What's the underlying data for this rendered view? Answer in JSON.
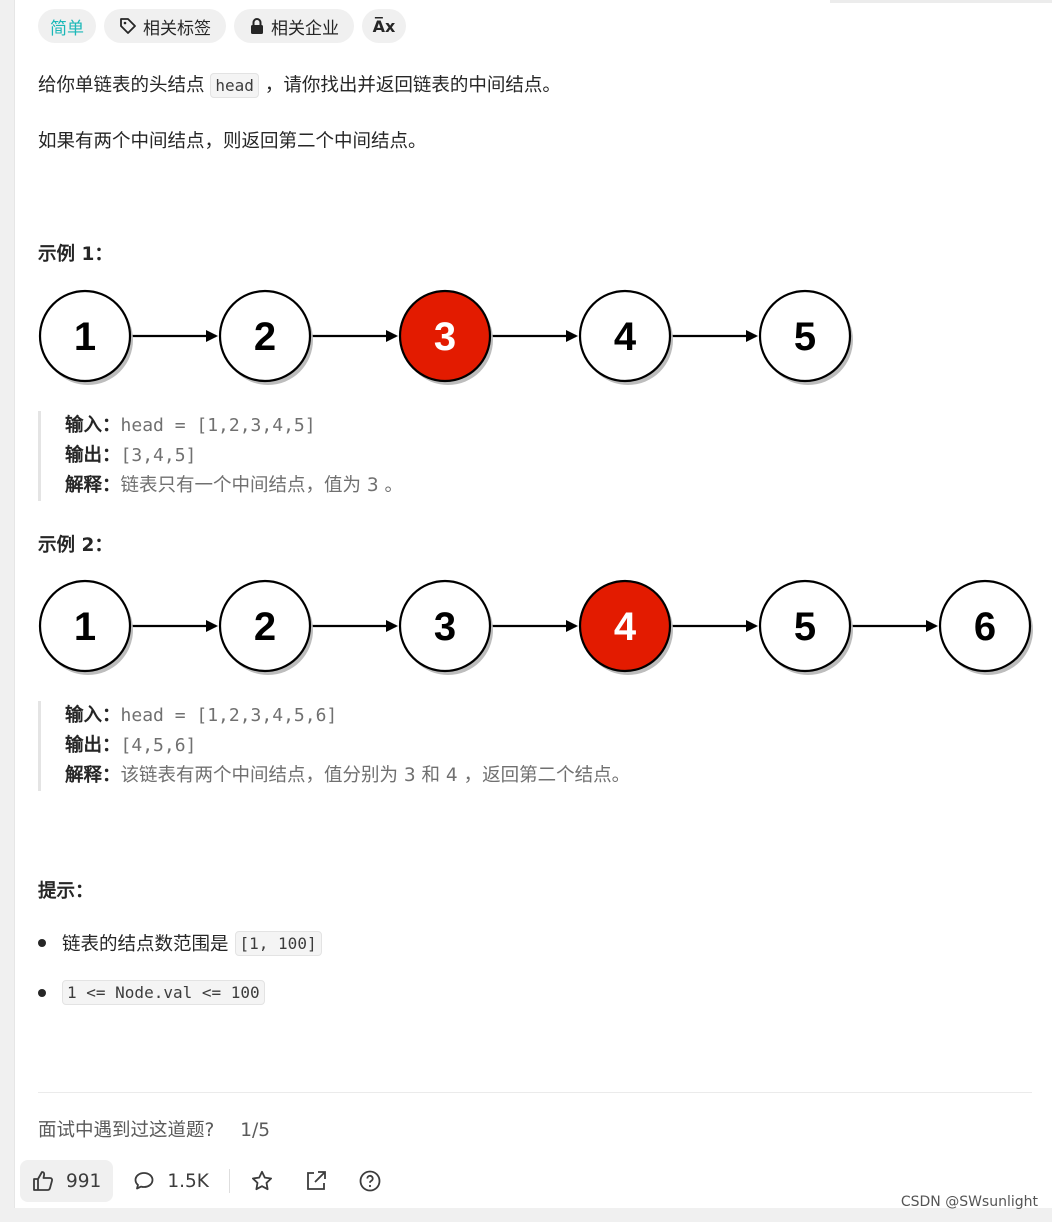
{
  "tags": {
    "difficulty": "简单",
    "related_tags": "相关标签",
    "related_companies": "相关企业",
    "translate_glyph": "A̅x"
  },
  "description": {
    "line1_before": "给你单链表的头结点",
    "line1_code": "head",
    "line1_after": "，请你找出并返回链表的中间结点。",
    "line2": "如果有两个中间结点，则返回第二个中间结点。"
  },
  "examples": [
    {
      "title": "示例 1：",
      "nodes": [
        "1",
        "2",
        "3",
        "4",
        "5"
      ],
      "highlight_index": 2,
      "input_label": "输入：",
      "input_value": "head = [1,2,3,4,5]",
      "output_label": "输出：",
      "output_value": "[3,4,5]",
      "explain_label": "解释：",
      "explain_value": "链表只有一个中间结点，值为 3 。"
    },
    {
      "title": "示例 2：",
      "nodes": [
        "1",
        "2",
        "3",
        "4",
        "5",
        "6"
      ],
      "highlight_index": 3,
      "input_label": "输入：",
      "input_value": "head = [1,2,3,4,5,6]",
      "output_label": "输出：",
      "output_value": "[4,5,6]",
      "explain_label": "解释：",
      "explain_value": "该链表有两个中间结点，值分别为 3 和 4 ，返回第二个结点。"
    }
  ],
  "constraints": {
    "title": "提示：",
    "item1_text": "链表的结点数范围是",
    "item1_code": "[1, 100]",
    "item2_code": "1 <= Node.val <= 100"
  },
  "interview": {
    "question": "面试中遇到过这道题?",
    "fraction": "1/5"
  },
  "actions": {
    "likes": "991",
    "comments": "1.5K"
  },
  "watermark": "CSDN @SWsunlight",
  "colors": {
    "highlight_node": "#e31b00",
    "easy": "#1cb8b8"
  }
}
